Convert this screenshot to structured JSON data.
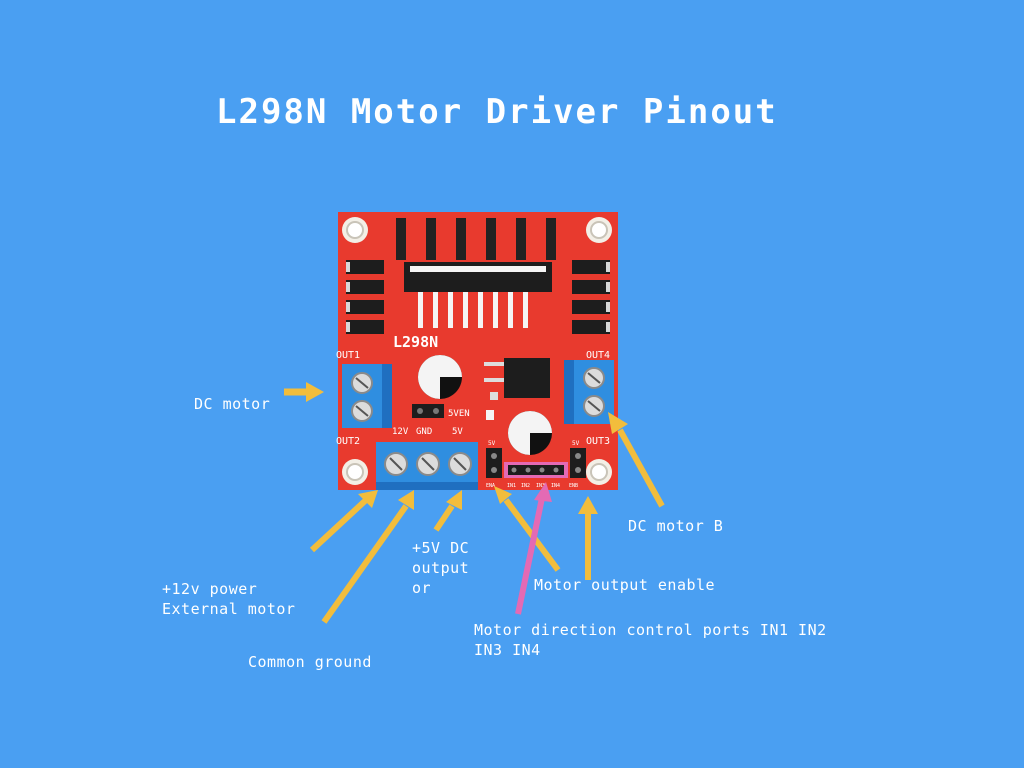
{
  "title": "L298N Motor Driver Pinout",
  "board": {
    "chip": "L298N",
    "out1": "OUT1",
    "out2": "OUT2",
    "out3": "OUT3",
    "out4": "OUT4",
    "jumper": "5VEN",
    "pwr_12v": "12V",
    "pwr_gnd": "GND",
    "pwr_5v": "5V",
    "hdr_5v_left": "5V",
    "hdr_5v_right": "5V",
    "hdr_ena": "ENA",
    "hdr_in1": "IN1",
    "hdr_in2": "IN2",
    "hdr_in3": "IN3",
    "hdr_in4": "IN4",
    "hdr_enb": "ENB"
  },
  "labels": {
    "dc_motor": "DC motor",
    "dc_motor_b": "DC motor B",
    "power_line1": "+12v power",
    "power_line2": "External motor",
    "ground": "Common ground",
    "fivev_line1": "+5V DC",
    "fivev_line2": "output",
    "fivev_line3": "or",
    "enable": "Motor output enable",
    "direction_line1": "Motor direction control ports IN1 IN2",
    "direction_line2": "IN3 IN4"
  },
  "colors": {
    "background": "#4a9ff2",
    "board": "#e83a2e",
    "terminal": "#2f8ee0",
    "arrow": "#f2bd3c",
    "direction_arrow": "#e46ab4"
  }
}
